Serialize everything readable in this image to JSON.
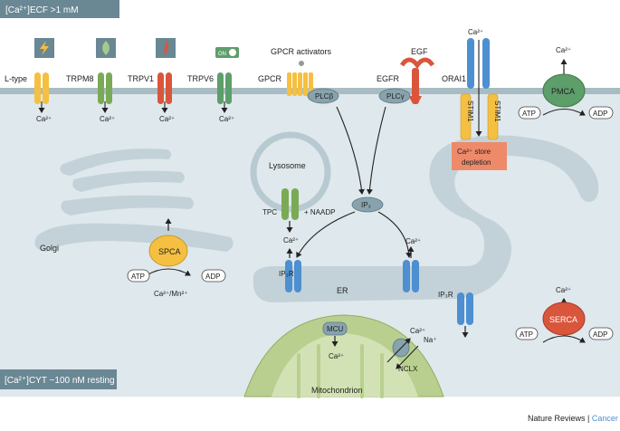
{
  "badges": {
    "ecf": "[Ca²⁺]ECF >1 mM",
    "cyt": "[Ca²⁺]CYT ~100 nM resting"
  },
  "channels": {
    "ltype": "L-type",
    "trpm8": "TRPM8",
    "trpv1": "TRPV1",
    "trpv6": "TRPV6",
    "gpcr": "GPCR",
    "egfr": "EGFR",
    "orai1": "ORAI1"
  },
  "ligands": {
    "gpcr_activators": "GPCR activators",
    "egf": "EGF",
    "on": "ON"
  },
  "ions": {
    "ca": "Ca²⁺",
    "ca_mn": "Ca²⁺/Mn²⁺",
    "na": "Na⁺"
  },
  "enzymes": {
    "plcb": "PLCβ",
    "plcg": "PLCγ",
    "ip3": "IP₃",
    "stim1": "STIM1",
    "pmca": "PMCA",
    "serca": "SERCA",
    "spca": "SPCA",
    "mcu": "MCU",
    "nclx": "NCLX",
    "tpc": "TPC",
    "naadp": "+ NAADP",
    "ip3r": "IP₃R",
    "atp": "ATP",
    "adp": "ADP"
  },
  "organelles": {
    "golgi": "Golgi",
    "lysosome": "Lysosome",
    "er": "ER",
    "mito": "Mitochondrion"
  },
  "store": {
    "line1": "Ca²⁺ store",
    "line2": "depletion"
  },
  "footer": {
    "journal": "Nature Reviews",
    "sep": " | ",
    "section": "Cancer"
  },
  "colors": {
    "cytosol": "#dfe8ec",
    "membrane": "#a9bcc4",
    "badge": "#6a8794",
    "yellow": "#f5c042",
    "green": "#7aaa55",
    "red": "#d9563c",
    "blue": "#4d8fd0",
    "teal": "#5d9e6b",
    "er": "#c3d2d8",
    "mito": "#b9cf8f",
    "store": "#ee8a6a"
  }
}
